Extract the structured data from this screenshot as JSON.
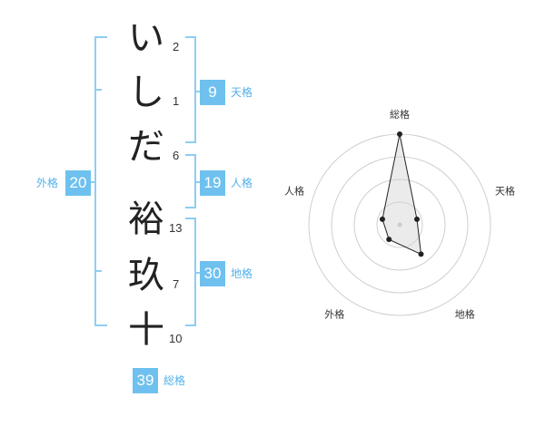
{
  "name_chars": [
    {
      "char": "い",
      "strokes": "2"
    },
    {
      "char": "し",
      "strokes": "1"
    },
    {
      "char": "だ",
      "strokes": "6"
    },
    {
      "char": "裕",
      "strokes": "13"
    },
    {
      "char": "玖",
      "strokes": "7"
    },
    {
      "char": "十",
      "strokes": "10"
    }
  ],
  "fortunes": {
    "tenkaku": {
      "value": "9",
      "label": "天格"
    },
    "jinkaku": {
      "value": "19",
      "label": "人格"
    },
    "chikaku": {
      "value": "30",
      "label": "地格"
    },
    "gaikaku": {
      "value": "20",
      "label": "外格"
    },
    "soukaku": {
      "value": "39",
      "label": "総格"
    }
  },
  "colors": {
    "accent": "#6ec1ee",
    "bracket": "#8fcdf3",
    "label": "#52b1e8"
  },
  "chart_data": {
    "type": "radar",
    "axes": [
      "総格",
      "天格",
      "地格",
      "外格",
      "人格"
    ],
    "values": [
      5,
      1,
      2,
      1,
      1
    ],
    "rings": 4,
    "range": [
      0,
      5
    ]
  }
}
